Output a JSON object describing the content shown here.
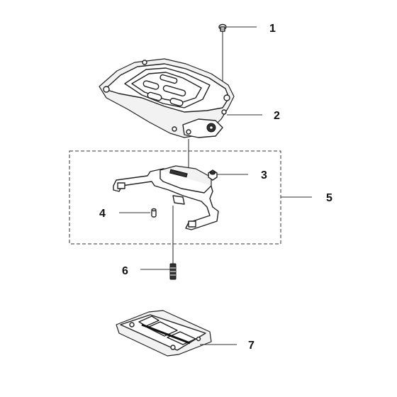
{
  "diagram": {
    "callouts": [
      {
        "id": "1",
        "label": "1"
      },
      {
        "id": "2",
        "label": "2"
      },
      {
        "id": "3",
        "label": "3"
      },
      {
        "id": "4",
        "label": "4"
      },
      {
        "id": "5",
        "label": "5"
      },
      {
        "id": "6",
        "label": "6"
      },
      {
        "id": "7",
        "label": "7"
      }
    ],
    "colors": {
      "line": "#222222",
      "background": "#ffffff",
      "shade": "#f2f2f2"
    }
  }
}
